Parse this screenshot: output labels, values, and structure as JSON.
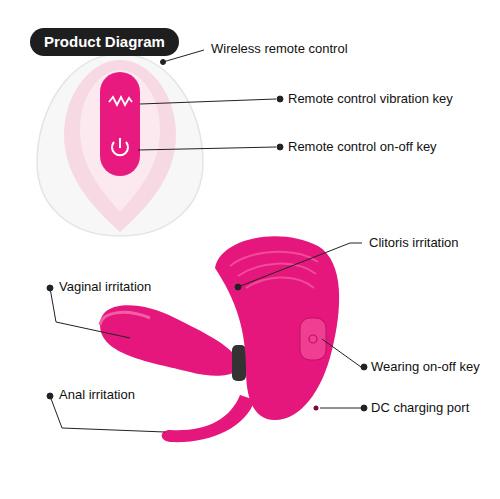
{
  "diagram": {
    "title": "Product Diagram",
    "labels": [
      "Wireless remote control",
      "Remote control vibration key",
      "Remote control on-off key",
      "Clitoris irritation",
      "Vaginal irritation",
      "Wearing on-off key",
      "Anal irritation",
      "DC charging port"
    ]
  }
}
